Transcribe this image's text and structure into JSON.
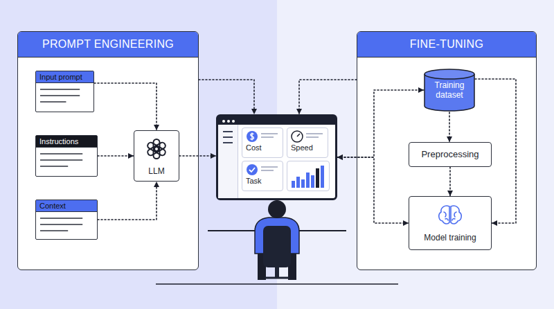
{
  "diagram": {
    "nodes": [
      {
        "text": [
          "PROMPT ENGINEERING"
        ]
      },
      {
        "text": [
          "Input prompt"
        ],
        "in": 0
      },
      {
        "text": [
          "Instructions"
        ],
        "in": 0
      },
      {
        "text": [
          "Context"
        ],
        "in": 0
      },
      {
        "text": [
          "LLM"
        ],
        "in": 0
      },
      {
        "text": [
          "FINE-TUNING"
        ]
      },
      {
        "text": [
          "Training dataset"
        ],
        "in": 5
      },
      {
        "text": [
          "Preprocessing"
        ],
        "in": 5
      },
      {
        "text": [
          "Model training"
        ],
        "in": 5
      },
      {
        "text": []
      },
      {
        "text": [
          "Cost"
        ],
        "in": 9
      },
      {
        "text": [
          "Speed"
        ],
        "in": 9
      },
      {
        "text": [
          "Task"
        ],
        "in": 9
      }
    ],
    "edges": [
      {
        "from": 1,
        "to": 4,
        "arrow": "to"
      },
      {
        "from": 2,
        "to": 4,
        "arrow": "to"
      },
      {
        "from": 3,
        "to": 4,
        "arrow": "to"
      },
      {
        "from": 4,
        "to": 9,
        "arrow": "to"
      },
      {
        "from": 0,
        "to": 9,
        "arrow": "to"
      },
      {
        "from": 5,
        "to": 9,
        "arrow": "to"
      },
      {
        "from": 9,
        "to": 6,
        "arrow": "both"
      },
      {
        "from": 9,
        "to": 8,
        "arrow": "both"
      },
      {
        "from": 6,
        "to": 7,
        "arrow": "to"
      },
      {
        "from": 7,
        "to": 8,
        "arrow": "to"
      },
      {
        "from": 6,
        "to": 8,
        "arrow": "to"
      }
    ]
  }
}
